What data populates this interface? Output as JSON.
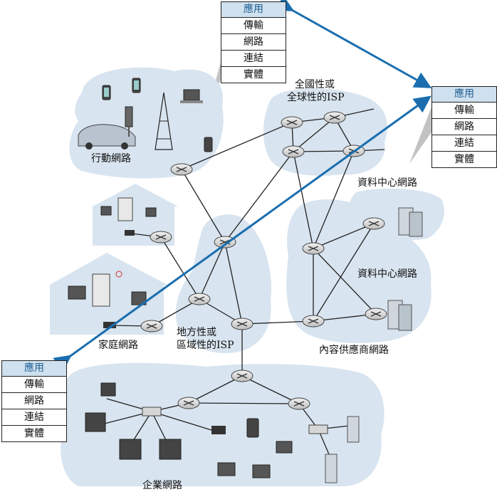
{
  "colors": {
    "region": "#d8e4ef",
    "accent": "#1a6eaf",
    "header_bg": "#cfe0ee",
    "router": "#e2e2e2"
  },
  "stacks": [
    {
      "header": "應用",
      "layers": [
        "傳輸",
        "網路",
        "連結",
        "實體"
      ]
    },
    {
      "header": "應用",
      "layers": [
        "傳輸",
        "網路",
        "連結",
        "實體"
      ]
    },
    {
      "header": "應用",
      "layers": [
        "傳輸",
        "網路",
        "連結",
        "實體"
      ]
    }
  ],
  "labels": {
    "mobile_network": "行動網路",
    "national_isp_line1": "全國性或",
    "national_isp_line2": "全球性的ISP",
    "datacenter_1": "資料中心網路",
    "datacenter_2": "資料中心網路",
    "home_network": "家庭網路",
    "regional_isp_line1": "地方性或",
    "regional_isp_line2": "區域性的ISP",
    "cdn_network": "內容供應商網路",
    "enterprise_network": "企業網路"
  }
}
